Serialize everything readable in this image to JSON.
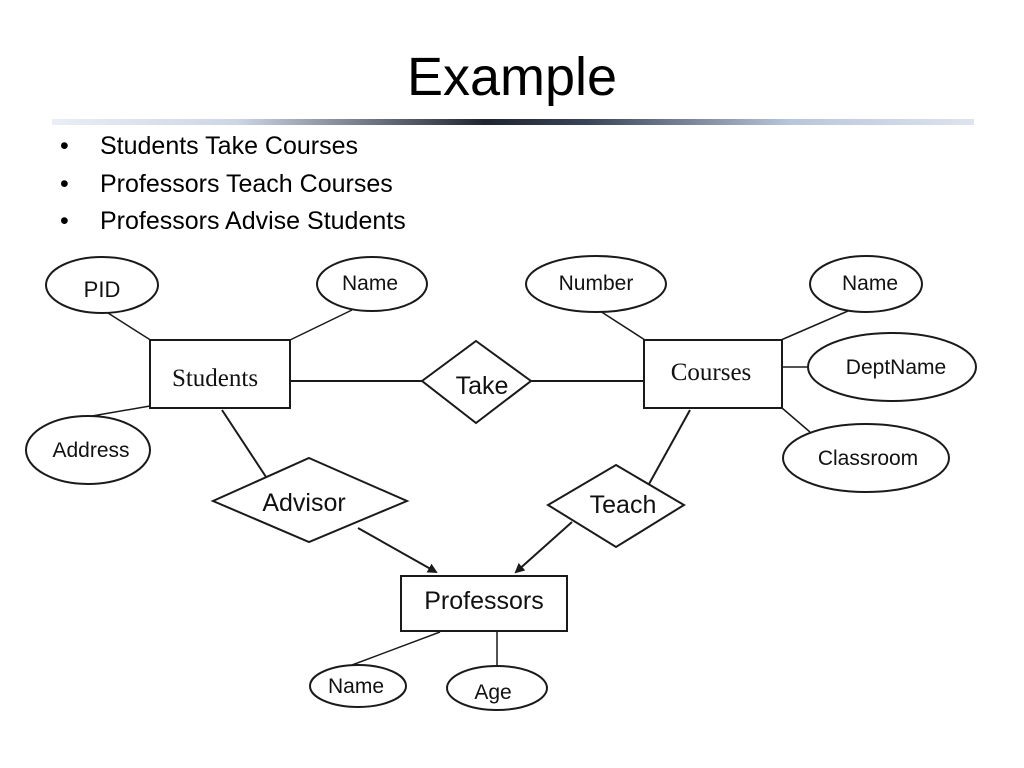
{
  "slide": {
    "title": "Example",
    "bullets": [
      "Students Take Courses",
      "Professors Teach Courses",
      "Professors Advise Students"
    ]
  },
  "diagram": {
    "entities": {
      "students": "Students",
      "courses": "Courses",
      "professors": "Professors"
    },
    "relationships": {
      "take": "Take",
      "advisor": "Advisor",
      "teach": "Teach"
    },
    "attributes": {
      "students_pid": "PID",
      "students_name": "Name",
      "students_address": "Address",
      "courses_number": "Number",
      "courses_name": "Name",
      "courses_deptname": "DeptName",
      "courses_classroom": "Classroom",
      "professors_name": "Name",
      "professors_age": "Age"
    }
  }
}
